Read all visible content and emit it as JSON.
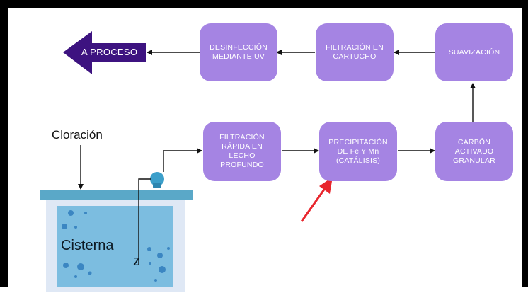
{
  "diagram": {
    "proceso_label": "A PROCESO",
    "cloracion_label": "Cloración",
    "cisterna_label": "Cisterna",
    "z_label": "z",
    "boxes": {
      "desinfeccion": "DESINFECCIÓN\nMEDIANTE UV",
      "filtracion_cartucho": "FILTRACIÓN EN\nCARTUCHO",
      "suavizacion": "SUAVIZACIÓN",
      "filtracion_rapida": "FILTRACIÓN\nRÁPIDA EN LECHO\nPROFUNDO",
      "precipitacion": "PRECIPITACIÓN\nDE Fe Y Mn\n(CATÁLISIS)",
      "carbon": "CARBÓN\nACTIVADO\nGRANULAR"
    },
    "colors": {
      "box": "#a584e3",
      "arrow_dark": "#3d1380",
      "water": "#7cbde0",
      "tank_top": "#5aa8c8",
      "highlight_arrow": "#e8262d"
    }
  }
}
